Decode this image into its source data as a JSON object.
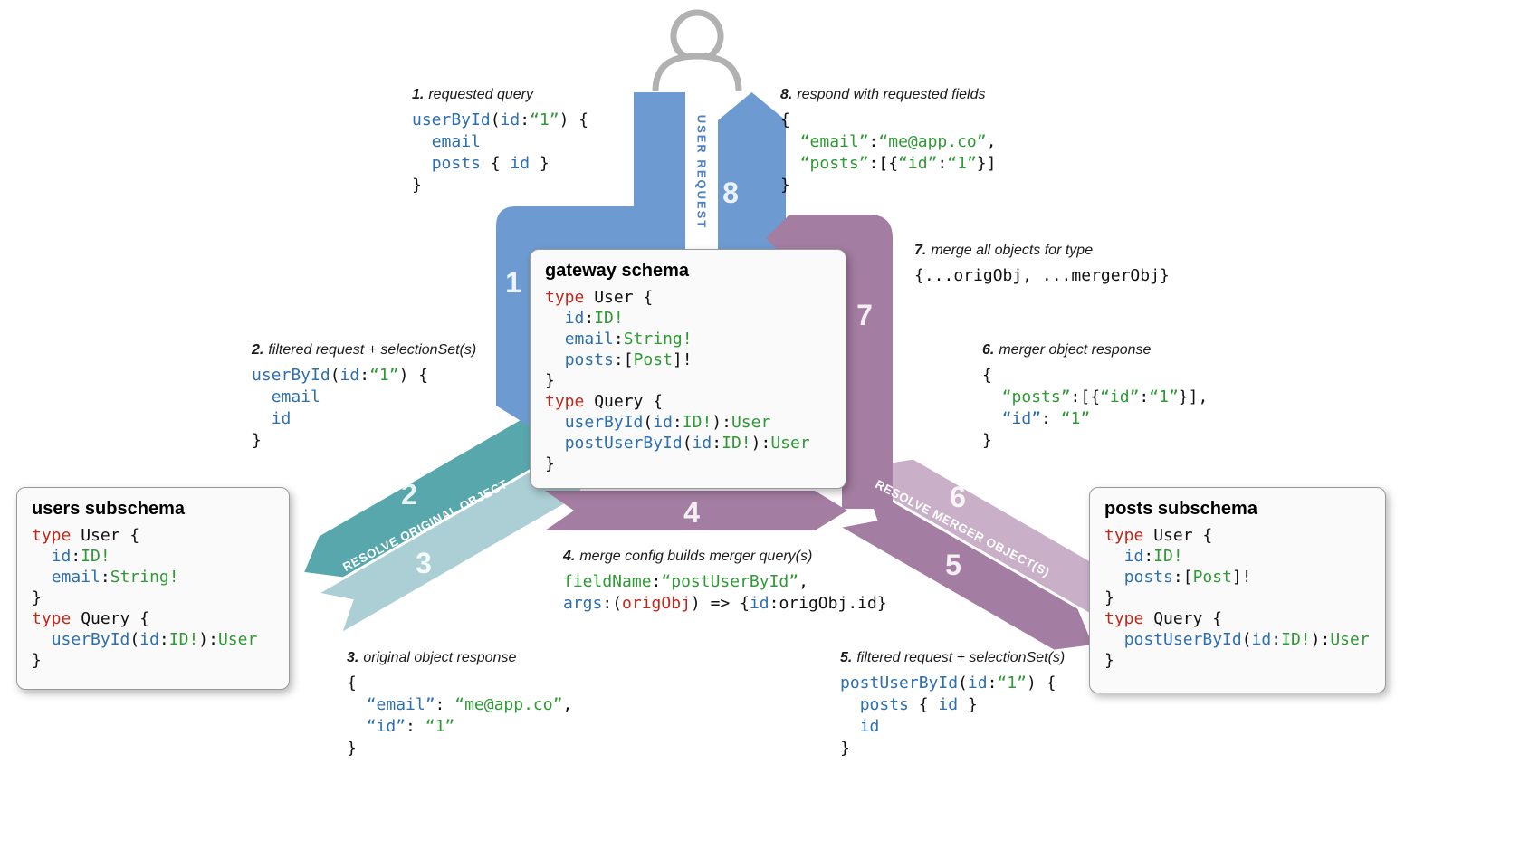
{
  "colors": {
    "blue": "#6d9bd1",
    "teal": "#58a7ad",
    "teal-light": "#abcfd4",
    "purple": "#a47da2",
    "purple-light": "#c9afc8",
    "icon-gray": "#b1b1b1",
    "box-bg": "#fafafa",
    "box-border": "#999999",
    "code-red": "#c0271b",
    "code-blue": "#2e6fad",
    "code-green": "#2f9935",
    "code-black": "#111111",
    "band-number": "#ffffff",
    "band-label": "#ffffff",
    "user-request-text": "#4e82c4",
    "annotation-text": "#1a1a1a"
  },
  "flow": {
    "user_request": "USER REQUEST",
    "resolve_original": "RESOLVE ORIGINAL OBJECT",
    "resolve_merger": "RESOLVE MERGER OBJECT(S)"
  },
  "steps": {
    "n1": "1",
    "n2": "2",
    "n3": "3",
    "n4": "4",
    "n5": "5",
    "n6": "6",
    "n7": "7",
    "n8": "8"
  },
  "boxes": {
    "gateway": {
      "title": "gateway schema",
      "lines": [
        [
          [
            "k",
            "type"
          ],
          [
            "p",
            " User {"
          ]
        ],
        [
          [
            "p",
            "  "
          ],
          [
            "b",
            "id"
          ],
          [
            "p",
            ":"
          ],
          [
            "g",
            "ID!"
          ]
        ],
        [
          [
            "p",
            "  "
          ],
          [
            "b",
            "email"
          ],
          [
            "p",
            ":"
          ],
          [
            "g",
            "String!"
          ]
        ],
        [
          [
            "p",
            "  "
          ],
          [
            "b",
            "posts"
          ],
          [
            "p",
            ":["
          ],
          [
            "g",
            "Post"
          ],
          [
            "p",
            "]!"
          ]
        ],
        [
          [
            "p",
            "}"
          ]
        ],
        [
          [
            "k",
            "type"
          ],
          [
            "p",
            " Query {"
          ]
        ],
        [
          [
            "p",
            "  "
          ],
          [
            "b",
            "userById"
          ],
          [
            "p",
            "("
          ],
          [
            "b",
            "id"
          ],
          [
            "p",
            ":"
          ],
          [
            "g",
            "ID!"
          ],
          [
            "p",
            "):"
          ],
          [
            "g",
            "User"
          ]
        ],
        [
          [
            "p",
            "  "
          ],
          [
            "b",
            "postUserById"
          ],
          [
            "p",
            "("
          ],
          [
            "b",
            "id"
          ],
          [
            "p",
            ":"
          ],
          [
            "g",
            "ID!"
          ],
          [
            "p",
            "):"
          ],
          [
            "g",
            "User"
          ]
        ],
        [
          [
            "p",
            "}"
          ]
        ]
      ]
    },
    "users": {
      "title": "users subschema",
      "lines": [
        [
          [
            "k",
            "type"
          ],
          [
            "p",
            " User {"
          ]
        ],
        [
          [
            "p",
            "  "
          ],
          [
            "b",
            "id"
          ],
          [
            "p",
            ":"
          ],
          [
            "g",
            "ID!"
          ]
        ],
        [
          [
            "p",
            "  "
          ],
          [
            "b",
            "email"
          ],
          [
            "p",
            ":"
          ],
          [
            "g",
            "String!"
          ]
        ],
        [
          [
            "p",
            "}"
          ]
        ],
        [
          [
            "k",
            "type"
          ],
          [
            "p",
            " Query {"
          ]
        ],
        [
          [
            "p",
            "  "
          ],
          [
            "b",
            "userById"
          ],
          [
            "p",
            "("
          ],
          [
            "b",
            "id"
          ],
          [
            "p",
            ":"
          ],
          [
            "g",
            "ID!"
          ],
          [
            "p",
            "):"
          ],
          [
            "g",
            "User"
          ]
        ],
        [
          [
            "p",
            "}"
          ]
        ]
      ]
    },
    "posts": {
      "title": "posts subschema",
      "lines": [
        [
          [
            "k",
            "type"
          ],
          [
            "p",
            " User {"
          ]
        ],
        [
          [
            "p",
            "  "
          ],
          [
            "b",
            "id"
          ],
          [
            "p",
            ":"
          ],
          [
            "g",
            "ID!"
          ]
        ],
        [
          [
            "p",
            "  "
          ],
          [
            "b",
            "posts"
          ],
          [
            "p",
            ":["
          ],
          [
            "g",
            "Post"
          ],
          [
            "p",
            "]!"
          ]
        ],
        [
          [
            "p",
            "}"
          ]
        ],
        [
          [
            "k",
            "type"
          ],
          [
            "p",
            " Query {"
          ]
        ],
        [
          [
            "p",
            "  "
          ],
          [
            "b",
            "postUserById"
          ],
          [
            "p",
            "("
          ],
          [
            "b",
            "id"
          ],
          [
            "p",
            ":"
          ],
          [
            "g",
            "ID!"
          ],
          [
            "p",
            "):"
          ],
          [
            "g",
            "User"
          ]
        ],
        [
          [
            "p",
            "}"
          ]
        ]
      ]
    }
  },
  "annotations": {
    "a1": {
      "num": "1.",
      "label": "requested query",
      "lines": [
        [
          [
            "b",
            "userById"
          ],
          [
            "p",
            "("
          ],
          [
            "b",
            "id"
          ],
          [
            "p",
            ":"
          ],
          [
            "g",
            "“1”"
          ],
          [
            "p",
            ") {"
          ]
        ],
        [
          [
            "p",
            "  "
          ],
          [
            "b",
            "email"
          ]
        ],
        [
          [
            "p",
            "  "
          ],
          [
            "b",
            "posts"
          ],
          [
            "p",
            " { "
          ],
          [
            "b",
            "id"
          ],
          [
            "p",
            " }"
          ]
        ],
        [
          [
            "p",
            "}"
          ]
        ]
      ]
    },
    "a2": {
      "num": "2.",
      "label": "filtered request + selectionSet(s)",
      "lines": [
        [
          [
            "b",
            "userById"
          ],
          [
            "p",
            "("
          ],
          [
            "b",
            "id"
          ],
          [
            "p",
            ":"
          ],
          [
            "g",
            "“1”"
          ],
          [
            "p",
            ") {"
          ]
        ],
        [
          [
            "p",
            "  "
          ],
          [
            "b",
            "email"
          ]
        ],
        [
          [
            "p",
            "  "
          ],
          [
            "b",
            "id"
          ]
        ],
        [
          [
            "p",
            "}"
          ]
        ]
      ]
    },
    "a3": {
      "num": "3.",
      "label": "original object response",
      "lines": [
        [
          [
            "p",
            "{"
          ]
        ],
        [
          [
            "p",
            "  "
          ],
          [
            "b",
            "“email”"
          ],
          [
            "p",
            ": "
          ],
          [
            "g",
            "“me@app.co”"
          ],
          [
            "p",
            ","
          ]
        ],
        [
          [
            "p",
            "  "
          ],
          [
            "b",
            "“id”"
          ],
          [
            "p",
            ": "
          ],
          [
            "g",
            "“1”"
          ]
        ],
        [
          [
            "p",
            "}"
          ]
        ]
      ]
    },
    "a4": {
      "num": "4.",
      "label": "merge config builds merger query(s)",
      "lines": [
        [
          [
            "g",
            "fieldName"
          ],
          [
            "p",
            ":"
          ],
          [
            "g",
            "“postUserById”"
          ],
          [
            "p",
            ","
          ]
        ],
        [
          [
            "b",
            "args"
          ],
          [
            "p",
            ":("
          ],
          [
            "k",
            "origObj"
          ],
          [
            "p",
            ") => {"
          ],
          [
            "b",
            "id"
          ],
          [
            "p",
            ":origObj.id}"
          ]
        ]
      ]
    },
    "a5": {
      "num": "5.",
      "label": "filtered request + selectionSet(s)",
      "lines": [
        [
          [
            "b",
            "postUserById"
          ],
          [
            "p",
            "("
          ],
          [
            "b",
            "id"
          ],
          [
            "p",
            ":"
          ],
          [
            "g",
            "“1”"
          ],
          [
            "p",
            ") {"
          ]
        ],
        [
          [
            "p",
            "  "
          ],
          [
            "b",
            "posts"
          ],
          [
            "p",
            " { "
          ],
          [
            "b",
            "id"
          ],
          [
            "p",
            " }"
          ]
        ],
        [
          [
            "p",
            "  "
          ],
          [
            "b",
            "id"
          ]
        ],
        [
          [
            "p",
            "}"
          ]
        ]
      ]
    },
    "a6": {
      "num": "6.",
      "label": "merger object response",
      "lines": [
        [
          [
            "p",
            "{"
          ]
        ],
        [
          [
            "p",
            "  "
          ],
          [
            "g",
            "“posts”"
          ],
          [
            "p",
            ":[{"
          ],
          [
            "g",
            "“id”"
          ],
          [
            "p",
            ":"
          ],
          [
            "g",
            "“1”"
          ],
          [
            "p",
            "}],"
          ]
        ],
        [
          [
            "p",
            "  "
          ],
          [
            "b",
            "“id”"
          ],
          [
            "p",
            ": "
          ],
          [
            "g",
            "“1”"
          ]
        ],
        [
          [
            "p",
            "}"
          ]
        ]
      ]
    },
    "a7": {
      "num": "7.",
      "label": "merge all objects for type",
      "lines": [
        [
          [
            "p",
            "{...origObj, ...mergerObj}"
          ]
        ]
      ]
    },
    "a8": {
      "num": "8.",
      "label": "respond with requested fields",
      "lines": [
        [
          [
            "p",
            "{"
          ]
        ],
        [
          [
            "p",
            "  "
          ],
          [
            "g",
            "“email”"
          ],
          [
            "p",
            ":"
          ],
          [
            "g",
            "“me@app.co”"
          ],
          [
            "p",
            ","
          ]
        ],
        [
          [
            "p",
            "  "
          ],
          [
            "g",
            "“posts”"
          ],
          [
            "p",
            ":[{"
          ],
          [
            "g",
            "“id”"
          ],
          [
            "p",
            ":"
          ],
          [
            "g",
            "“1”"
          ],
          [
            "p",
            "}]"
          ]
        ],
        [
          [
            "p",
            "}"
          ]
        ]
      ]
    }
  }
}
